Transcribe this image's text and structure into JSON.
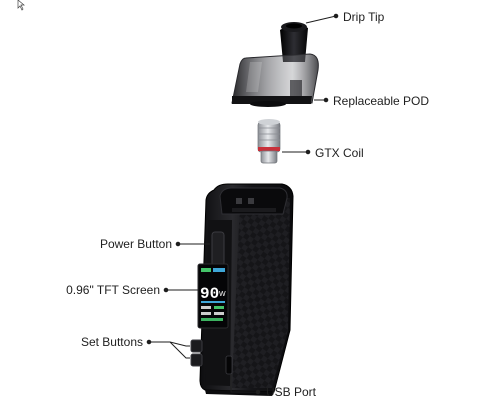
{
  "diagram": {
    "callouts": {
      "drip_tip": "Drip Tip",
      "pod": "Replaceable POD",
      "coil": "GTX Coil",
      "power_button": "Power Button",
      "screen": "0.96\" TFT Screen",
      "set_buttons": "Set Buttons",
      "usb_port": "USB Port"
    },
    "screen_display": {
      "value": "90",
      "unit": "W"
    }
  },
  "colors": {
    "device_body": "#1a1a1d",
    "pod_tint": "#2b2b2e",
    "coil_metal": "#b9bcc0",
    "coil_accent": "#c8303a",
    "screen_accent": "#3ea6d8",
    "screen_green": "#44c46a"
  }
}
